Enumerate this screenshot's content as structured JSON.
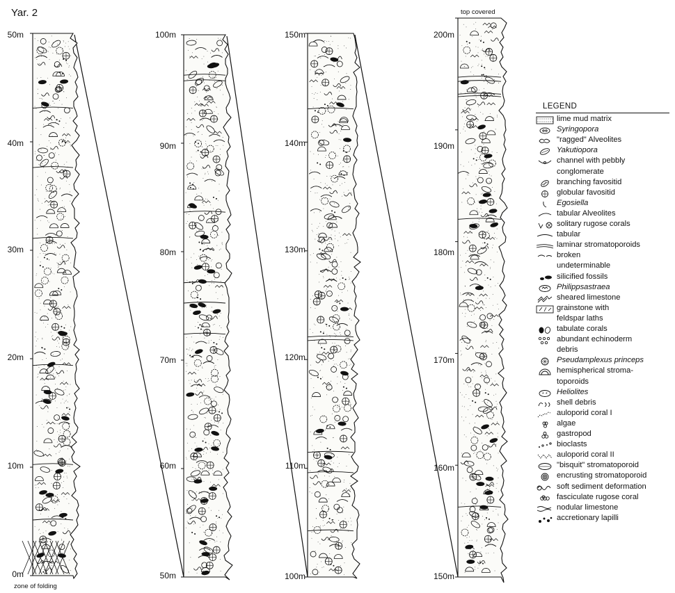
{
  "figure_label": "Yar. 2",
  "annotations": {
    "zone_of_folding": "zone of folding",
    "top_covered": "top covered"
  },
  "columns": [
    {
      "id": "col1",
      "ticks": [
        "50m",
        "40m",
        "30m",
        "20m",
        "10m",
        "0m"
      ]
    },
    {
      "id": "col2",
      "ticks": [
        "100m",
        "90m",
        "80m",
        "70m",
        "60m",
        "50m"
      ]
    },
    {
      "id": "col3",
      "ticks": [
        "150m",
        "140m",
        "130m",
        "120m",
        "110m",
        "100m"
      ]
    },
    {
      "id": "col4",
      "ticks": [
        "200m",
        "190m",
        "180m",
        "170m",
        "160m",
        "150m"
      ]
    }
  ],
  "legend": {
    "title": "LEGEND",
    "items": [
      {
        "text": "lime mud matrix",
        "italic": false,
        "symbol": "dots-box"
      },
      {
        "text": "Syringopora",
        "italic": true,
        "symbol": "syringopora"
      },
      {
        "text": "\"ragged\" Alveolites",
        "italic": false,
        "symbol": "ragged"
      },
      {
        "text": "Yakutiopora",
        "italic": true,
        "symbol": "yakutiopora"
      },
      {
        "text": "channel with pebbly",
        "italic": false,
        "symbol": "channel"
      },
      {
        "text": "conglomerate",
        "italic": false,
        "symbol": "none"
      },
      {
        "text": "branching favositid",
        "italic": false,
        "symbol": "branching"
      },
      {
        "text": "globular favositid",
        "italic": false,
        "symbol": "globular"
      },
      {
        "text": "Egosiella",
        "italic": true,
        "symbol": "egosiella"
      },
      {
        "text": "tabular Alveolites",
        "italic": false,
        "symbol": "tabular-alv"
      },
      {
        "text": "solitary rugose corals",
        "italic": false,
        "symbol": "solitary"
      },
      {
        "text": "tabular",
        "italic": false,
        "symbol": "tabular"
      },
      {
        "text": "laminar stromatoporoids",
        "italic": false,
        "symbol": "laminar"
      },
      {
        "text": "broken",
        "italic": false,
        "symbol": "broken"
      },
      {
        "text": "undeterminable",
        "italic": false,
        "symbol": "none"
      },
      {
        "text": "silicified fossils",
        "italic": false,
        "symbol": "silicified"
      },
      {
        "text": "Philippsastraea",
        "italic": true,
        "symbol": "philipp"
      },
      {
        "text": "sheared limestone",
        "italic": false,
        "symbol": "sheared"
      },
      {
        "text": "grainstone with",
        "italic": false,
        "symbol": "grainstone"
      },
      {
        "text": "feldspar laths",
        "italic": false,
        "symbol": "none"
      },
      {
        "text": "tabulate corals",
        "italic": false,
        "symbol": "tabulate"
      },
      {
        "text": "abundant echinoderm",
        "italic": false,
        "symbol": "echino"
      },
      {
        "text": "debris",
        "italic": false,
        "symbol": "none"
      },
      {
        "text": "Pseudamplexus princeps",
        "italic": true,
        "symbol": "pseudamplexus"
      },
      {
        "text": "hemispherical stroma-",
        "italic": false,
        "symbol": "hemispherical"
      },
      {
        "text": "toporoids",
        "italic": false,
        "symbol": "none"
      },
      {
        "text": "Heliolites",
        "italic": true,
        "symbol": "heliolites"
      },
      {
        "text": "shell debris",
        "italic": false,
        "symbol": "shell"
      },
      {
        "text": "auloporid coral I",
        "italic": false,
        "symbol": "aulo1"
      },
      {
        "text": "algae",
        "italic": false,
        "symbol": "algae"
      },
      {
        "text": "gastropod",
        "italic": false,
        "symbol": "gastropod"
      },
      {
        "text": "bioclasts",
        "italic": false,
        "symbol": "bioclasts"
      },
      {
        "text": "auloporid coral II",
        "italic": false,
        "symbol": "aulo2"
      },
      {
        "text": "\"bisquit\" stromatoporoid",
        "italic": false,
        "symbol": "bisquit"
      },
      {
        "text": "encrusting stromatoporoid",
        "italic": false,
        "symbol": "encrusting"
      },
      {
        "text": "soft sediment deformation",
        "italic": false,
        "symbol": "softsed"
      },
      {
        "text": "fasciculate rugose coral",
        "italic": false,
        "symbol": "fasciculate"
      },
      {
        "text": "nodular limestone",
        "italic": false,
        "symbol": "nodular"
      },
      {
        "text": "accretionary lapilli",
        "italic": false,
        "symbol": "lapilli"
      }
    ]
  }
}
